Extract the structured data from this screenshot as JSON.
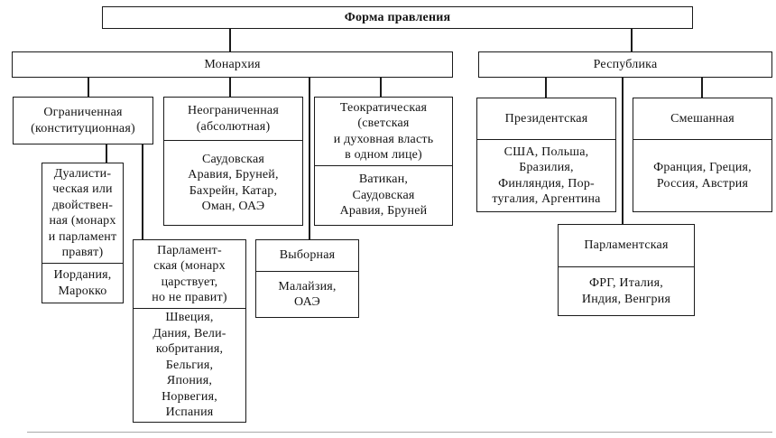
{
  "diagram": {
    "title": "Форма правления",
    "monarchy": {
      "label": "Монархия",
      "types": {
        "limited": {
          "title": "Ограниченная\n(конституционная)"
        },
        "unlimited": {
          "title": "Неограниченная\n(абсолютная)",
          "countries": "Саудовская\nАравия, Бруней,\nБахрейн, Катар,\nОман, ОАЭ"
        },
        "theocratic": {
          "title": "Теократическая\n(светская\nи духовная власть\nв одном лице)",
          "countries": "Ватикан,\nСаудовская\nАравия, Бруней"
        },
        "dualistic": {
          "title": "Дуалисти-\nческая или\nдвойствен-\nная (монарх\nи парламент\nправят)",
          "countries": "Иордания,\nМарокко"
        },
        "parliamentary": {
          "title": "Парламент-\nская (монарх\nцарствует,\nно не правит)",
          "countries": "Швеция,\nДания, Вели-\nкобритания,\nБельгия,\nЯпония,\nНорвегия,\nИспания"
        },
        "elective": {
          "title": "Выборная",
          "countries": "Малайзия,\nОАЭ"
        }
      }
    },
    "republic": {
      "label": "Республика",
      "types": {
        "presidential": {
          "title": "Президентская",
          "countries": "США, Польша,\nБразилия,\nФинляндия, Пор-\nтугалия, Аргентина"
        },
        "mixed": {
          "title": "Смешанная",
          "countries": "Франция, Греция,\nРоссия, Австрия"
        },
        "parliamentary": {
          "title": "Парламентская",
          "countries": "ФРГ, Италия,\nИндия, Венгрия"
        }
      }
    }
  }
}
